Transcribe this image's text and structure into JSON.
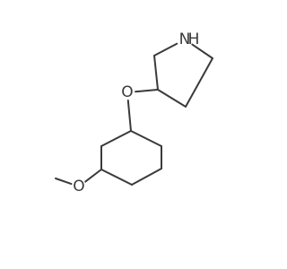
{
  "molecule": {
    "atoms": [
      {
        "id": "N1",
        "element": "N",
        "label": "N"
      },
      {
        "id": "H1",
        "element": "H",
        "label": "H"
      },
      {
        "id": "C2",
        "element": "C",
        "label": ""
      },
      {
        "id": "C3",
        "element": "C",
        "label": ""
      },
      {
        "id": "C4",
        "element": "C",
        "label": ""
      },
      {
        "id": "C5",
        "element": "C",
        "label": ""
      },
      {
        "id": "O1",
        "element": "O",
        "label": "O"
      },
      {
        "id": "C6",
        "element": "C",
        "label": ""
      },
      {
        "id": "C7",
        "element": "C",
        "label": ""
      },
      {
        "id": "C8",
        "element": "C",
        "label": ""
      },
      {
        "id": "C9",
        "element": "C",
        "label": ""
      },
      {
        "id": "C10",
        "element": "C",
        "label": ""
      },
      {
        "id": "C11",
        "element": "C",
        "label": ""
      },
      {
        "id": "O2",
        "element": "O",
        "label": "O"
      },
      {
        "id": "C12",
        "element": "C",
        "label": ""
      }
    ],
    "bonds": [
      [
        "N1",
        "C2"
      ],
      [
        "C2",
        "C3"
      ],
      [
        "C3",
        "C4"
      ],
      [
        "C4",
        "C5"
      ],
      [
        "C5",
        "N1"
      ],
      [
        "C3",
        "O1"
      ],
      [
        "O1",
        "C6"
      ],
      [
        "C6",
        "C7"
      ],
      [
        "C7",
        "C8"
      ],
      [
        "C8",
        "C9"
      ],
      [
        "C9",
        "C10"
      ],
      [
        "C10",
        "C11"
      ],
      [
        "C11",
        "C6"
      ],
      [
        "C8",
        "O2"
      ],
      [
        "O2",
        "C12"
      ]
    ]
  }
}
